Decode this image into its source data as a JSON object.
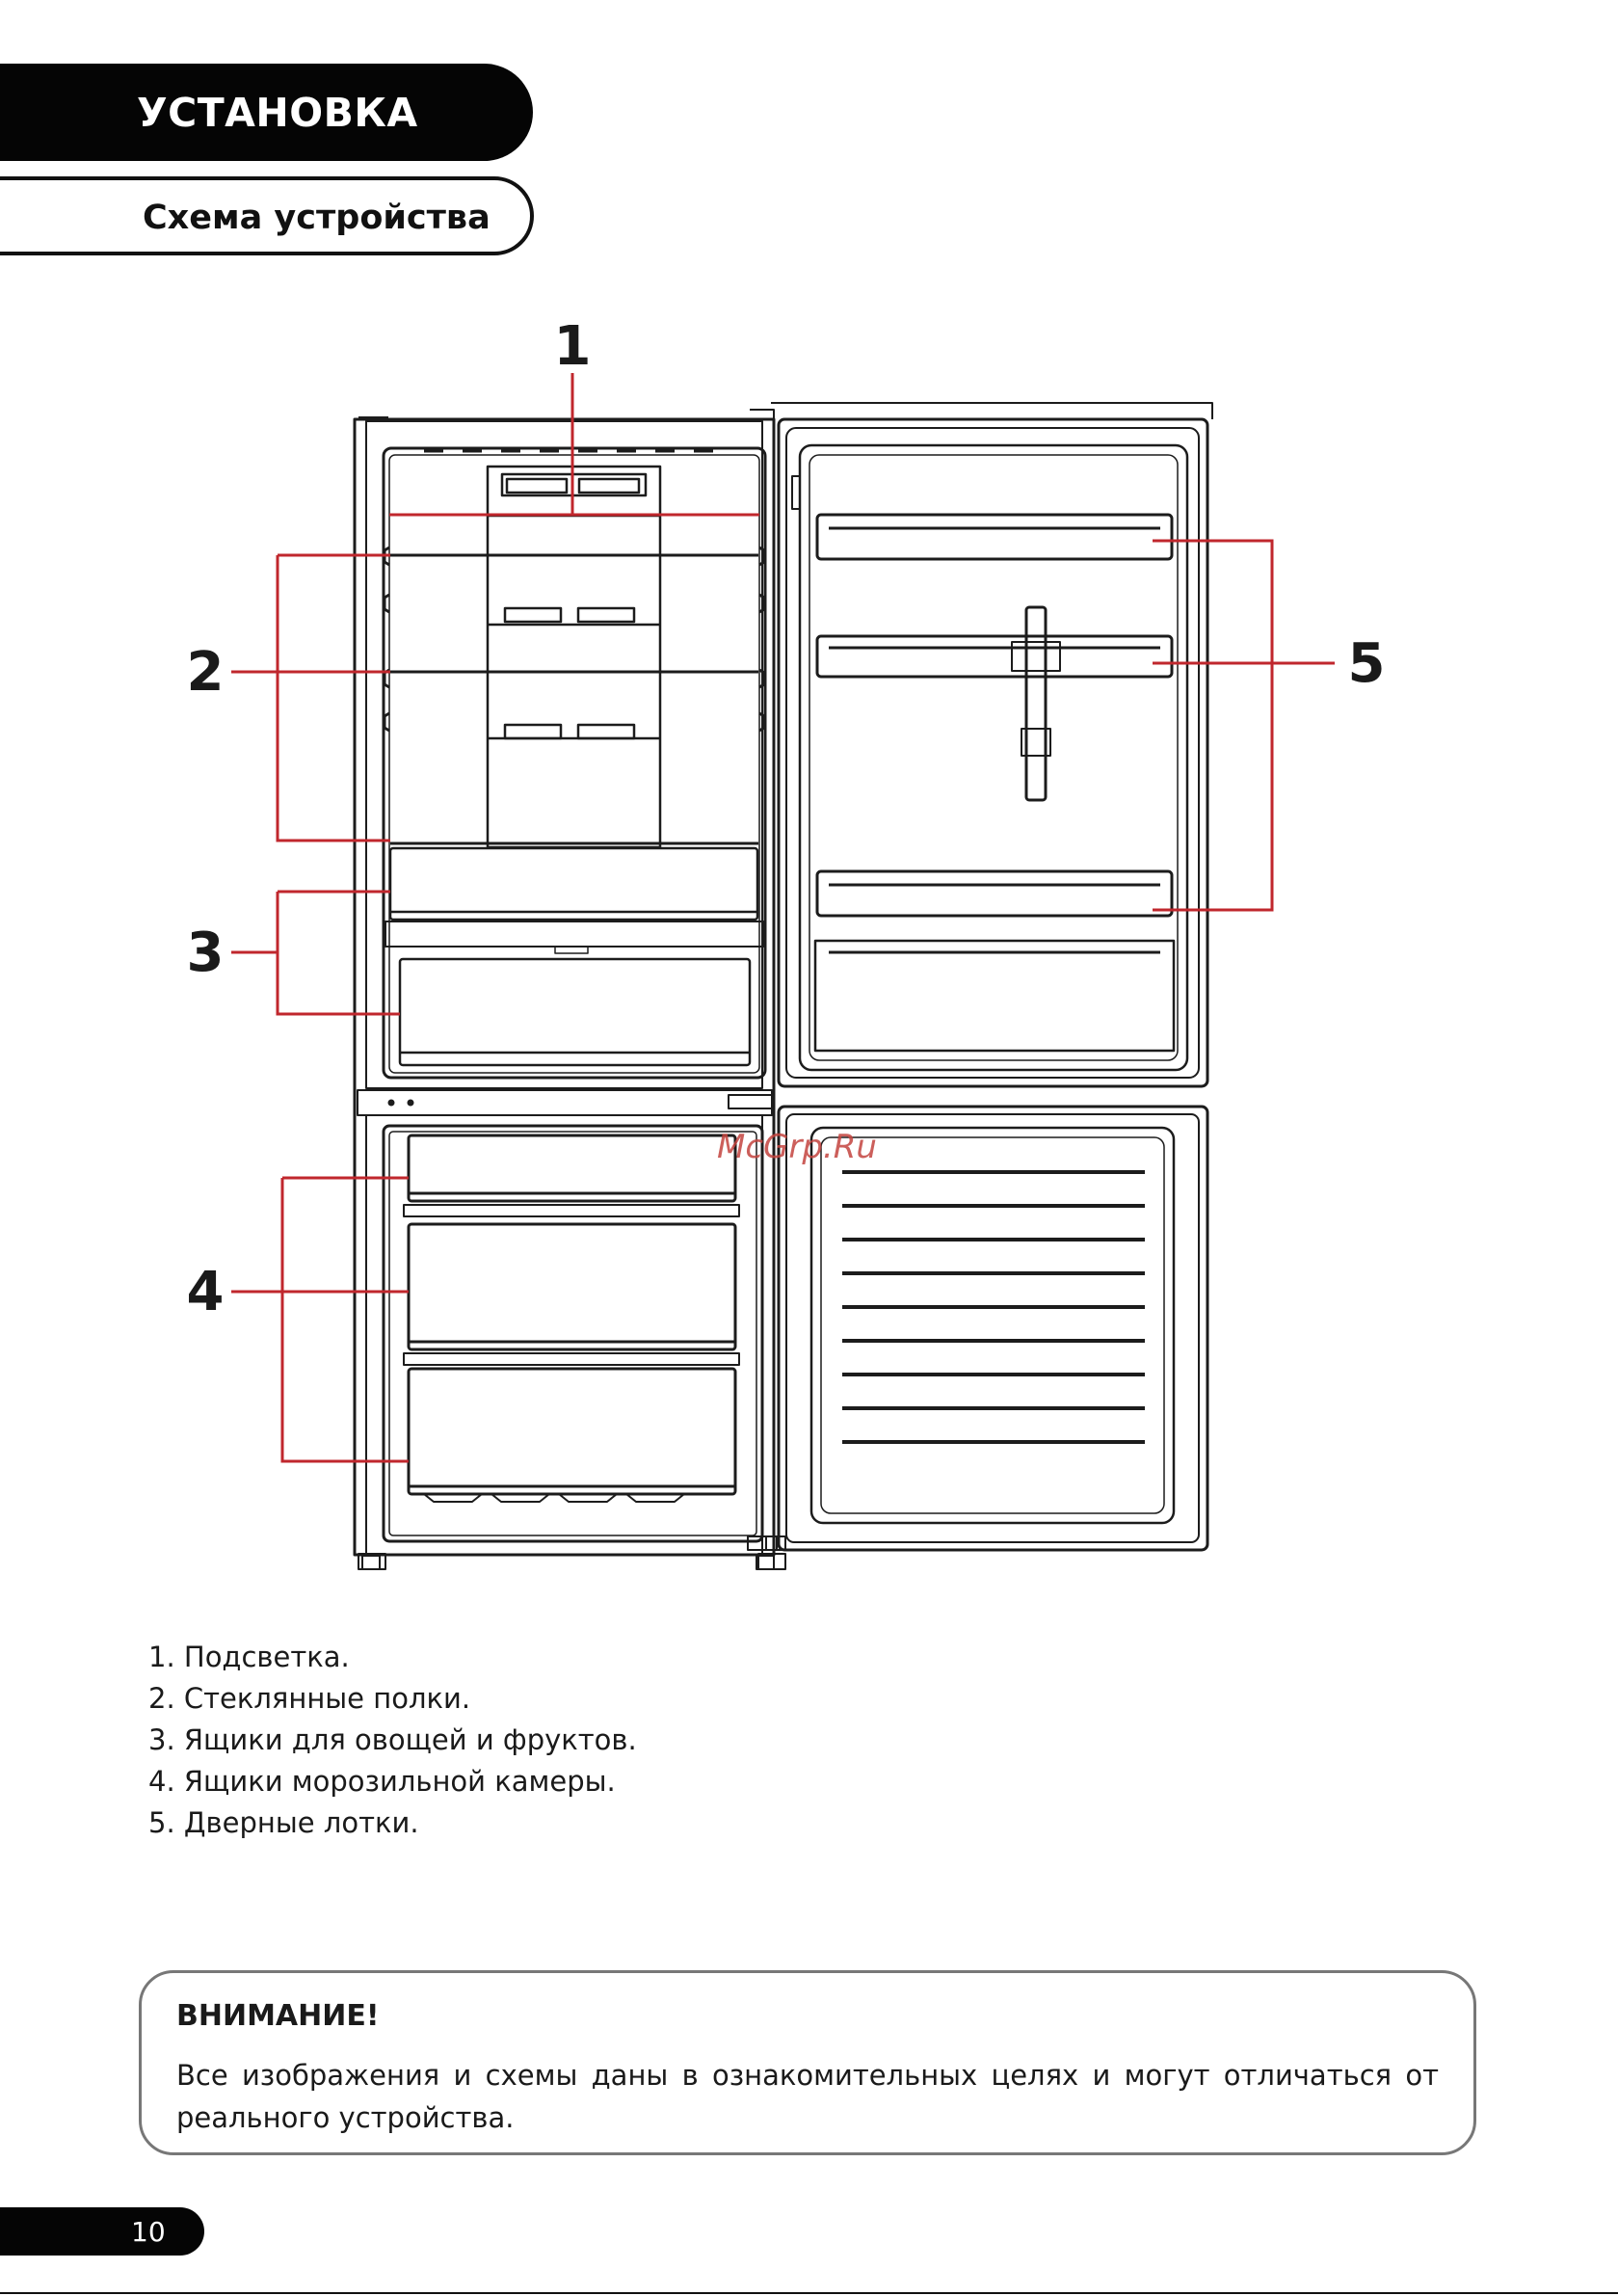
{
  "header": {
    "section_title": "УСТАНОВКА",
    "subsection_title": "Схема устройства"
  },
  "diagram": {
    "callouts": [
      "1",
      "2",
      "3",
      "4",
      "5"
    ],
    "callout_color": "#c0272d",
    "watermark": "McGrp.Ru"
  },
  "legend": {
    "items": [
      "1. Подсветка.",
      "2. Стеклянные полки.",
      "3. Ящики для овощей и фруктов.",
      "4. Ящики морозильной камеры.",
      "5. Дверные лотки."
    ]
  },
  "notice": {
    "title": "ВНИМАНИЕ!",
    "text": "Все изображения и схемы даны в ознакомительных целях и могут отличаться от реального устройства."
  },
  "page_number": "10"
}
